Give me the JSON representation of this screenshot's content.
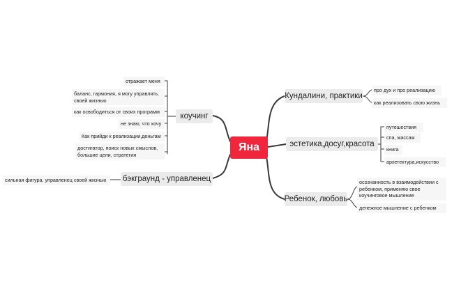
{
  "central": "Яна",
  "branches": {
    "kundalini": {
      "label": "Кундалини, практики",
      "items": [
        "про дух и про реализацию",
        "как реализовать свою жизнь"
      ]
    },
    "estetika": {
      "label": "эстетика,досуг,красота",
      "items": [
        "путешествия",
        "спа, массаж",
        "книга",
        "архетектура,искусство"
      ]
    },
    "rebenok": {
      "label": "Ребенок, любовь",
      "items": [
        "осознанность в взаимодействии с ребенком, применяю свое коучинговое мышление",
        "денежное мышление с ребенком"
      ]
    },
    "kouching": {
      "label": "коучинг",
      "items": [
        "отражает меня",
        "баланс, гармония, я могу управлять. своей жизнью",
        "как освободиться от своих программ",
        "не знаю, что хочу",
        "Как прийди к реализации,деньгам",
        "достигатор, поиск новых смыслов, большие цели, стратегия"
      ]
    },
    "bekground": {
      "label": "бэкграунд - управленец",
      "items": [
        "сильная фигура, управленец своей жизнью"
      ]
    }
  },
  "colors": {
    "central": "#f0263d",
    "node": "#ebebeb",
    "line": "#3a3a3a"
  }
}
